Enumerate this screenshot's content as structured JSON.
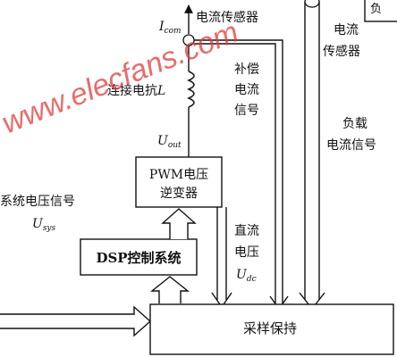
{
  "watermark": "www.elecfans.com",
  "current_label": {
    "main": "I",
    "sub": "com"
  },
  "sensor_top": "电流传感器",
  "sensor_right_l1": "电流",
  "sensor_right_l2": "传感器",
  "reactor_label": {
    "text": "连接电抗",
    "symbol": "L"
  },
  "comp_lines": [
    "补偿",
    "电流",
    "信号"
  ],
  "load_lines": [
    "负载",
    "电流信号"
  ],
  "uout_label": {
    "main": "U",
    "sub": "out"
  },
  "pwm_lines": [
    "PWM电压",
    "逆变器"
  ],
  "sys_voltage": {
    "text": "系统电压信号",
    "main": "U",
    "sub": "sys"
  },
  "dc_lines": [
    "直流",
    "电压"
  ],
  "udc_label": {
    "main": "U",
    "sub": "dc"
  },
  "dsp_label": "DSP控制系统",
  "sample_label": "采样保持",
  "corner_label": "负"
}
